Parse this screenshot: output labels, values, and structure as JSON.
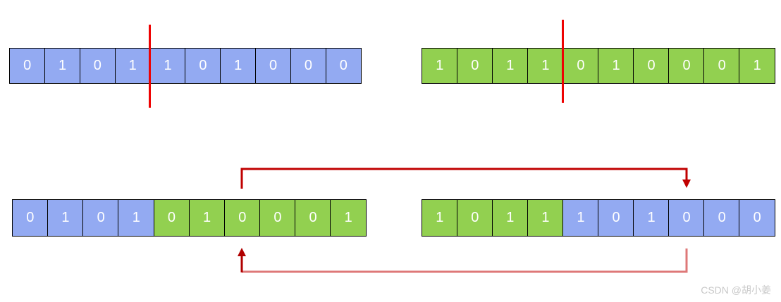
{
  "colors": {
    "blue_cell": "#93aaf2",
    "green_cell": "#92d050",
    "cell_border": "#000000",
    "cell_text": "#ffffff",
    "crossover_line": "#ee0202",
    "arrow_top": "#c00000",
    "arrow_bottom_light": "#de7878",
    "arrow_bottom_dark": "#b00000",
    "watermark": "#c9c9c9"
  },
  "crossover": {
    "point_after_gene": 4
  },
  "arrays": {
    "parent1": {
      "cells": [
        {
          "v": "0",
          "c": "blue"
        },
        {
          "v": "1",
          "c": "blue"
        },
        {
          "v": "0",
          "c": "blue"
        },
        {
          "v": "1",
          "c": "blue"
        },
        {
          "v": "1",
          "c": "blue"
        },
        {
          "v": "0",
          "c": "blue"
        },
        {
          "v": "1",
          "c": "blue"
        },
        {
          "v": "0",
          "c": "blue"
        },
        {
          "v": "0",
          "c": "blue"
        },
        {
          "v": "0",
          "c": "blue"
        }
      ]
    },
    "parent2": {
      "cells": [
        {
          "v": "1",
          "c": "green"
        },
        {
          "v": "0",
          "c": "green"
        },
        {
          "v": "1",
          "c": "green"
        },
        {
          "v": "1",
          "c": "green"
        },
        {
          "v": "0",
          "c": "green"
        },
        {
          "v": "1",
          "c": "green"
        },
        {
          "v": "0",
          "c": "green"
        },
        {
          "v": "0",
          "c": "green"
        },
        {
          "v": "0",
          "c": "green"
        },
        {
          "v": "1",
          "c": "green"
        }
      ]
    },
    "child1": {
      "cells": [
        {
          "v": "0",
          "c": "blue"
        },
        {
          "v": "1",
          "c": "blue"
        },
        {
          "v": "0",
          "c": "blue"
        },
        {
          "v": "1",
          "c": "blue"
        },
        {
          "v": "0",
          "c": "green"
        },
        {
          "v": "1",
          "c": "green"
        },
        {
          "v": "0",
          "c": "green"
        },
        {
          "v": "0",
          "c": "green"
        },
        {
          "v": "0",
          "c": "green"
        },
        {
          "v": "1",
          "c": "green"
        }
      ]
    },
    "child2": {
      "cells": [
        {
          "v": "1",
          "c": "green"
        },
        {
          "v": "0",
          "c": "green"
        },
        {
          "v": "1",
          "c": "green"
        },
        {
          "v": "1",
          "c": "green"
        },
        {
          "v": "1",
          "c": "blue"
        },
        {
          "v": "0",
          "c": "blue"
        },
        {
          "v": "1",
          "c": "blue"
        },
        {
          "v": "0",
          "c": "blue"
        },
        {
          "v": "0",
          "c": "blue"
        },
        {
          "v": "0",
          "c": "blue"
        }
      ]
    }
  },
  "watermark": {
    "text": "CSDN @胡小姜"
  }
}
